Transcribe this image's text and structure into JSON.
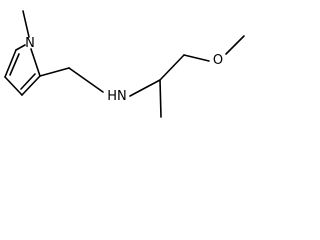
{
  "structure": {
    "atom_labels": {
      "pyrrole_nitrogen": "N",
      "amine": "HN",
      "ether_oxygen": "O"
    }
  }
}
